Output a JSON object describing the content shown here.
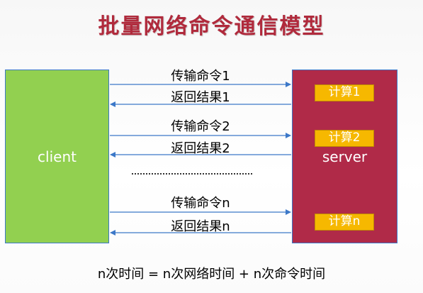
{
  "title": "批量网络命令通信模型",
  "client": {
    "label": "client"
  },
  "server": {
    "label": "server",
    "calcs": [
      "计算1",
      "计算2",
      "计算n"
    ]
  },
  "messages": [
    {
      "request": "传输命令1",
      "response": "返回结果1"
    },
    {
      "request": "传输命令2",
      "response": "返回结果2"
    },
    {
      "request": "传输命令n",
      "response": "返回结果n"
    }
  ],
  "formula": "n次时间 = n次网络时间 + n次命令时间",
  "colors": {
    "title": "#b02a3c",
    "client": "#92d050",
    "server": "#b02a48",
    "calc": "#f6b800",
    "arrow": "#3c78c8"
  }
}
